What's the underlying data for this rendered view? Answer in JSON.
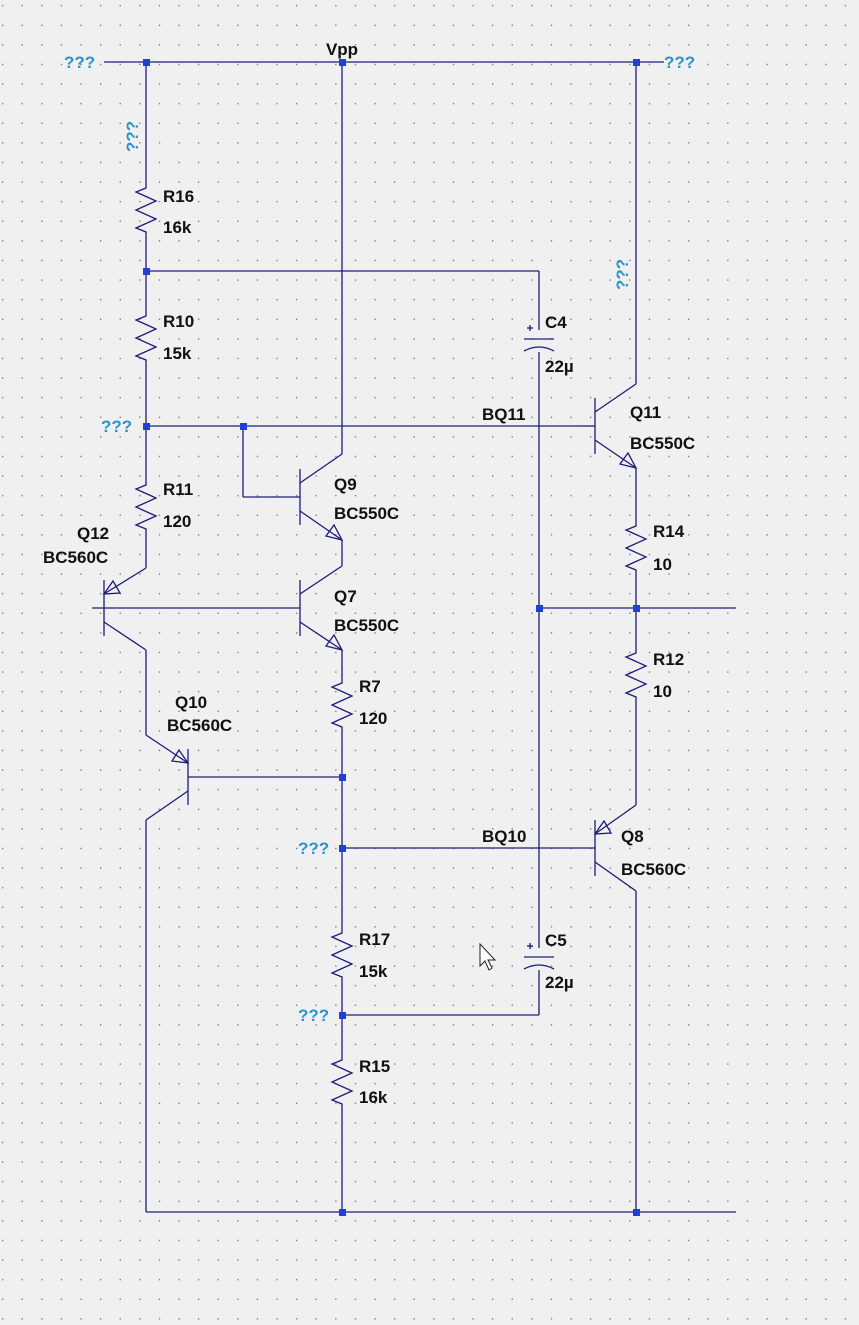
{
  "colors": {
    "background": "#f0f0f0",
    "grid_dot": "#6e6e6e",
    "wire": "#1c1c7a",
    "junction": "#1f3fd6",
    "label": "#111111",
    "net_unnamed": "#2a94cc"
  },
  "net_labels": {
    "vpp": "Vpp",
    "bq11": "BQ11",
    "bq10": "BQ10",
    "unnamed": "???"
  },
  "components": {
    "r16": {
      "name": "R16",
      "value": "16k"
    },
    "r10": {
      "name": "R10",
      "value": "15k"
    },
    "r11": {
      "name": "R11",
      "value": "120"
    },
    "r7": {
      "name": "R7",
      "value": "120"
    },
    "r14": {
      "name": "R14",
      "value": "10"
    },
    "r12": {
      "name": "R12",
      "value": "10"
    },
    "r17": {
      "name": "R17",
      "value": "15k"
    },
    "r15": {
      "name": "R15",
      "value": "16k"
    },
    "c4": {
      "name": "C4",
      "value": "22µ"
    },
    "c5": {
      "name": "C5",
      "value": "22µ"
    },
    "q9": {
      "name": "Q9",
      "model": "BC550C"
    },
    "q7": {
      "name": "Q7",
      "model": "BC550C"
    },
    "q11": {
      "name": "Q11",
      "model": "BC550C"
    },
    "q12": {
      "name": "Q12",
      "model": "BC560C"
    },
    "q10": {
      "name": "Q10",
      "model": "BC560C"
    },
    "q8": {
      "name": "Q8",
      "model": "BC560C"
    }
  },
  "cursor_icon": "arrow-cursor-icon"
}
